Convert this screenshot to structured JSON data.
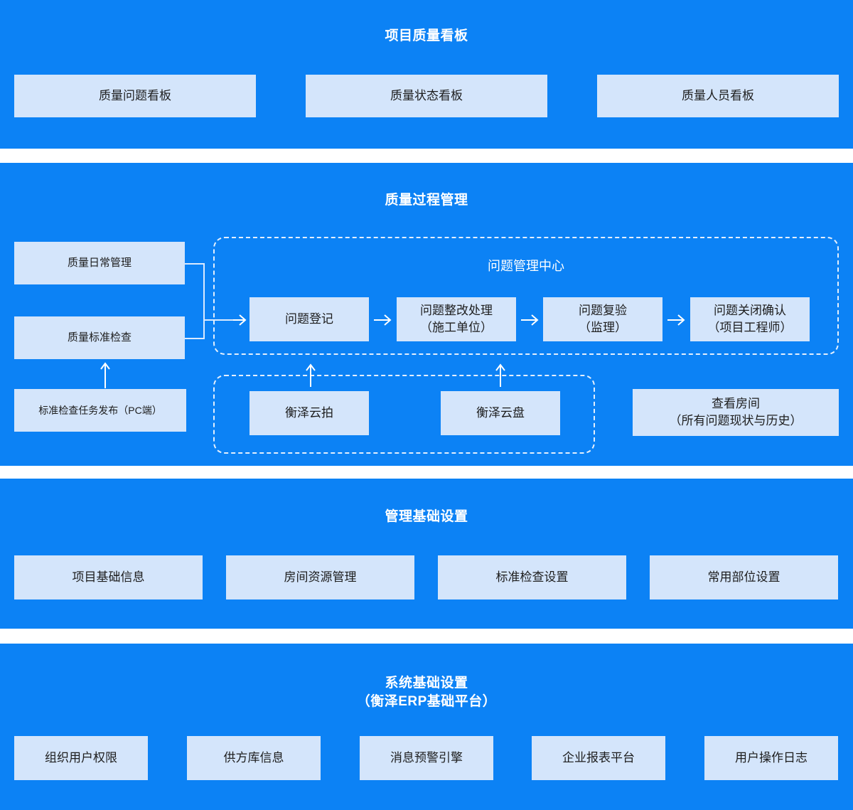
{
  "sections": [
    {
      "id": "project-quality-dashboard",
      "title": "项目质量看板",
      "cards": [
        {
          "label": "质量问题看板"
        },
        {
          "label": "质量状态看板"
        },
        {
          "label": "质量人员看板"
        }
      ]
    },
    {
      "id": "quality-process-management",
      "title": "质量过程管理",
      "left_column": [
        {
          "label": "质量日常管理"
        },
        {
          "label": "质量标准检查"
        },
        {
          "label": "标准检查任务发布（PC端）"
        }
      ],
      "issue_center": {
        "title": "问题管理中心",
        "steps": [
          {
            "label": "问题登记"
          },
          {
            "label": "问题整改处理\n（施工单位）"
          },
          {
            "label": "问题复验\n（监理）"
          },
          {
            "label": "问题关闭确认\n（项目工程师）"
          }
        ],
        "step_connector": "→"
      },
      "tools_group": {
        "cards": [
          {
            "label": "衡泽云拍"
          },
          {
            "label": "衡泽云盘"
          }
        ]
      },
      "side_card": {
        "label": "查看房间\n（所有问题现状与历史）"
      }
    },
    {
      "id": "management-base-settings",
      "title": "管理基础设置",
      "cards": [
        {
          "label": "项目基础信息"
        },
        {
          "label": "房间资源管理"
        },
        {
          "label": "标准检查设置"
        },
        {
          "label": "常用部位设置"
        }
      ]
    },
    {
      "id": "system-base-settings",
      "title": "系统基础设置",
      "subtitle": "（衡泽ERP基础平台）",
      "cards": [
        {
          "label": "组织用户权限"
        },
        {
          "label": "供方库信息"
        },
        {
          "label": "消息预警引擎"
        },
        {
          "label": "企业报表平台"
        },
        {
          "label": "用户操作日志"
        }
      ]
    }
  ],
  "colors": {
    "band_background": "#0c82f5",
    "card_background": "#d4e5fb",
    "card_text": "#1d1d1d",
    "title_text": "#ffffff",
    "connector": "#dbeafe",
    "page_background": "#ffffff"
  }
}
